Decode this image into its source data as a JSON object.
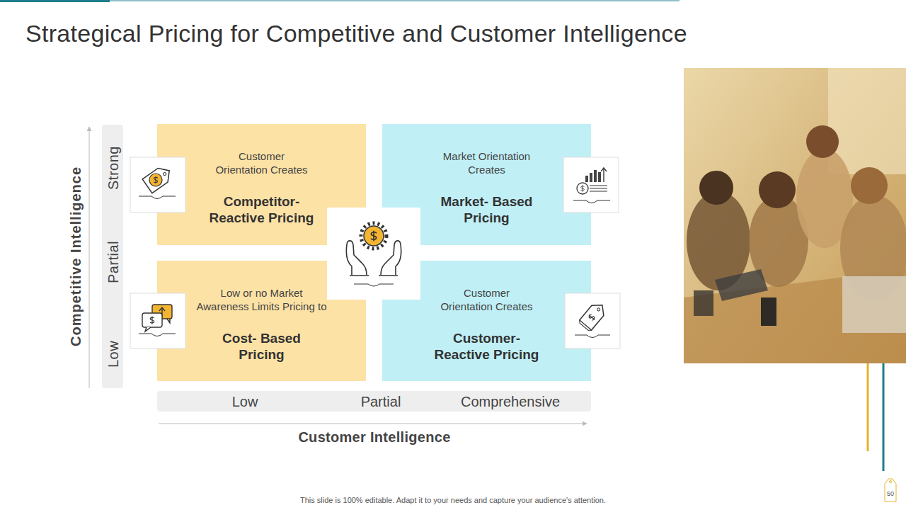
{
  "diagram": {
    "title": "Strategical Pricing for Competitive and Customer Intelligence",
    "nodes": [
      {
        "text": [
          "Customer Orientation Creates",
          "Competitor- Reactive Pricing"
        ]
      },
      {
        "text": [
          "Market Orientation Creates",
          "Market- Based Pricing"
        ]
      },
      {
        "text": [
          "Low or no Market Awareness Limits Pricing to",
          "Cost- Based Pricing"
        ]
      },
      {
        "text": [
          "Customer Orientation Creates",
          "Customer- Reactive Pricing"
        ]
      }
    ],
    "labels": [
      "Competitive Intelligence",
      "Strong",
      "Partial",
      "Low",
      "Low",
      "Partial",
      "Comprehensive",
      "Customer Intelligence",
      "This slide is 100% editable. Adapt it to your needs and capture your audience's attention.",
      "50"
    ]
  }
}
